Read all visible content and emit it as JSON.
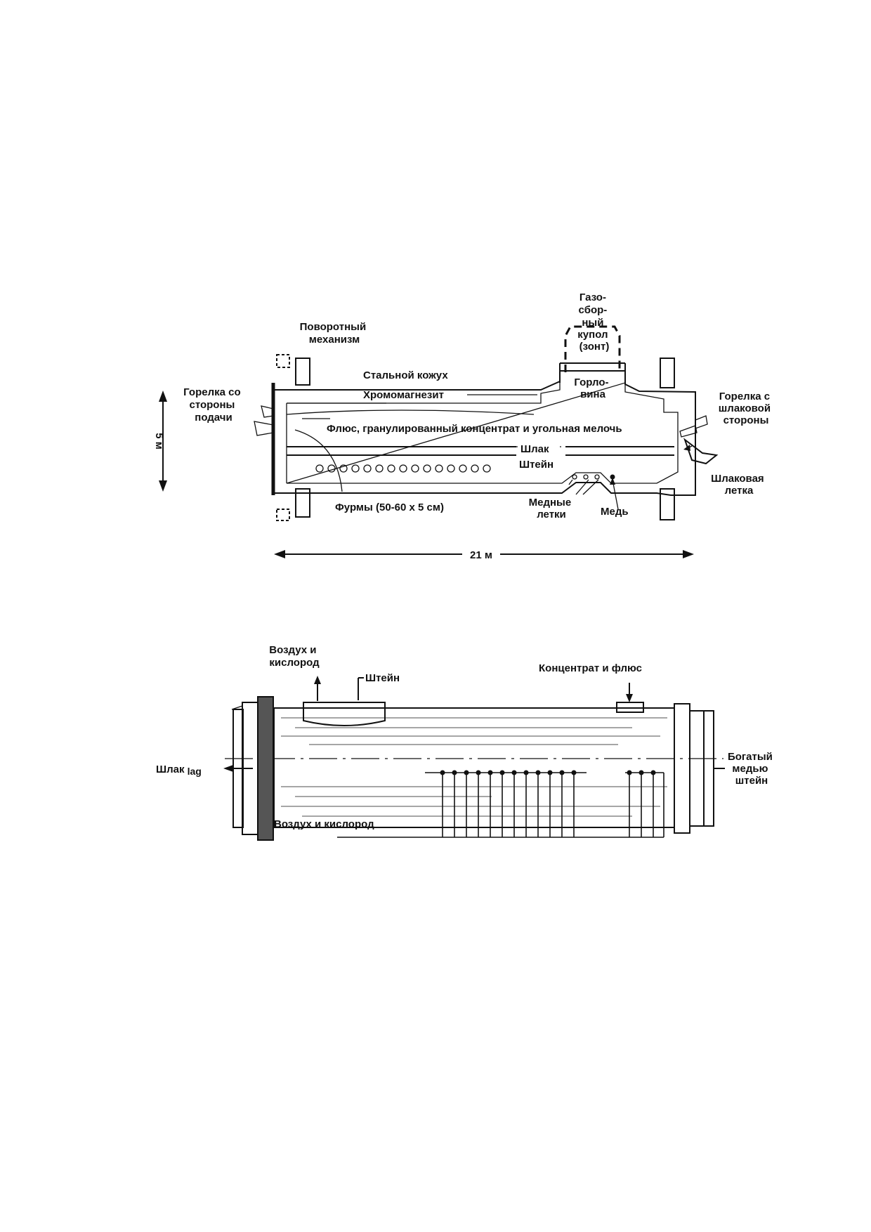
{
  "top_diagram": {
    "dim_height": "5 м",
    "dim_length": "21 м",
    "burner_feed": [
      "Горелка со",
      "стороны",
      "подачи"
    ],
    "rotary_mechanism": [
      "Поворотный",
      "механизм"
    ],
    "steel_shell": "Стальной кожух",
    "chrome_magnesite": "Хромомагнезит",
    "gas_hood": [
      "Газо-",
      "сбор-",
      "ный",
      "купол",
      "(зонт)"
    ],
    "neck": [
      "Горло-",
      "вина"
    ],
    "burner_slag": [
      "Горелка с",
      "шлаковой",
      "стороны"
    ],
    "charge": "Флюс, гранулированный концентрат и угольная мелочь",
    "slag": "Шлак",
    "matte": "Штейн",
    "slag_taphole": [
      "Шлаковая",
      "летка"
    ],
    "tuyeres": "Фурмы (50-60 х 5 см)",
    "copper_tapholes": [
      "Медные",
      "летки"
    ],
    "copper": "Медь"
  },
  "bottom_diagram": {
    "air_oxygen_top": [
      "Воздух и",
      "кислород"
    ],
    "matte": "Штейн",
    "concentrate_flux": "Концентрат и флюс",
    "slag": "Шлак",
    "slag_en_fragment": "lag",
    "rich_matte": [
      "Богатый",
      "медью",
      "штейн"
    ],
    "air_oxygen_bottom": "Воздух и кислород"
  }
}
